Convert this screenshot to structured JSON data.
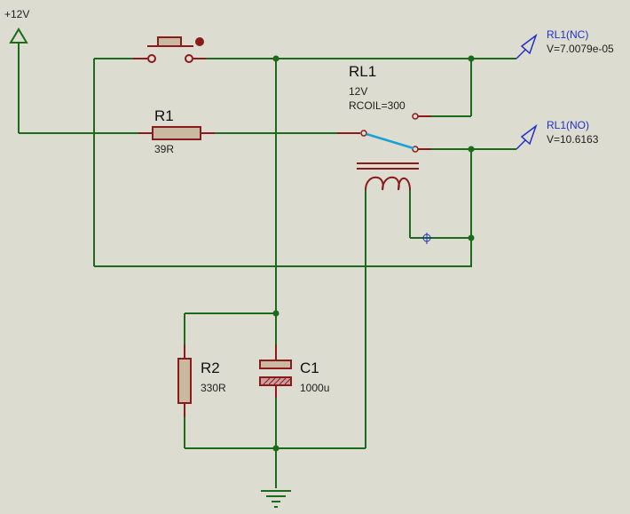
{
  "supply": {
    "label": "+12V"
  },
  "relay": {
    "ref": "RL1",
    "value": "12V",
    "param": "RCOIL=300"
  },
  "r1": {
    "ref": "R1",
    "value": "39R"
  },
  "r2": {
    "ref": "R2",
    "value": "330R"
  },
  "c1": {
    "ref": "C1",
    "value": "1000u"
  },
  "probe_nc": {
    "name": "RL1(NC)",
    "voltage": "V=7.0079e-05"
  },
  "probe_no": {
    "name": "RL1(NO)",
    "voltage": "V=10.6163"
  },
  "colors": {
    "background": "#dcdcd0",
    "wire": "#1c6a1c",
    "component": "#8b1a1a",
    "component_fill": "#c9b9a0",
    "switch_arm": "#1aa0d8",
    "probe": "#2030c8",
    "node": "#1c6a1c"
  }
}
